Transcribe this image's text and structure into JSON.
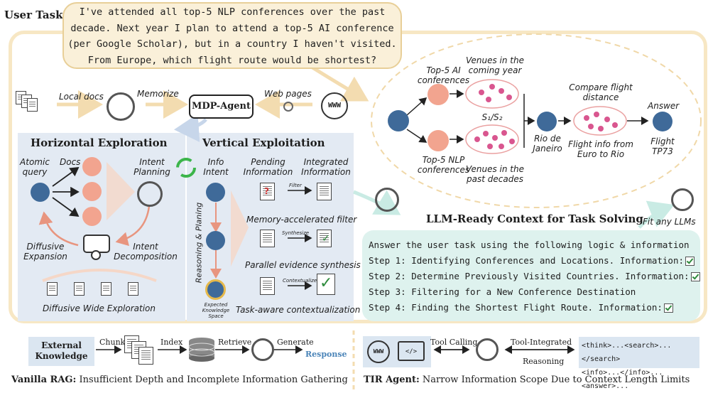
{
  "user_task": {
    "label": "User Task",
    "lines": [
      "I've attended all top-5 NLP conferences over the past",
      "decade. Next year I plan to attend a top-5 AI conference",
      "(per Google Scholar), but in a country I haven't visited.",
      "From Europe, which flight route would be shortest?"
    ]
  },
  "top_row": {
    "local_docs": "Local docs",
    "memorize": "Memorize",
    "agent": "MDP-Agent",
    "web_pages": "Web pages"
  },
  "reasoning_graph": {
    "top5_ai": [
      "Top-5 AI",
      "conferences"
    ],
    "top5_nlp": [
      "Top-5 NLP",
      "conferences"
    ],
    "venues_coming": [
      "Venues in the",
      "coming year"
    ],
    "venues_past": [
      "Venues in the",
      "past decades"
    ],
    "set_ratio": "S₁/S₂",
    "rio": [
      "Rio de",
      "Janeiro"
    ],
    "compare": [
      "Compare flight",
      "distance"
    ],
    "flight_info": [
      "Flight info from",
      "Euro to Rio"
    ],
    "answer": "Answer",
    "flight": [
      "Flight",
      "TP73"
    ]
  },
  "horizontal": {
    "title": "Horizontal Exploration",
    "atomic_query": [
      "Atomic",
      "query"
    ],
    "docs": "Docs",
    "intent_planning": [
      "Intent",
      "Planning"
    ],
    "diffusive_expansion": [
      "Diffusive",
      "Expansion"
    ],
    "intent_decomposition": [
      "Intent",
      "Decomposition"
    ],
    "wide_exploration": "Diffusive Wide Exploration"
  },
  "vertical": {
    "title": "Vertical Exploitation",
    "info_intent": [
      "Info",
      "Intent"
    ],
    "pending": [
      "Pending",
      "Information"
    ],
    "integrated": [
      "Integrated",
      "Information"
    ],
    "filter": "Filter",
    "memory_filter": "Memory-accelerated filter",
    "synthesize": "Synthesize",
    "parallel": "Parallel evidence synthesis",
    "contextualize": "Contextualize",
    "task_aware": "Task-aware contextualization",
    "reasoning_planing": "Reasoning & Planing",
    "expected": [
      "Expected",
      "Knowledge",
      "Space"
    ]
  },
  "context": {
    "title": "LLM-Ready Context for Task Solving",
    "fit": "Fit any LLMs",
    "intro": "Answer the user task using the following logic & information",
    "steps": [
      "Step 1: Identifying Conferences and Locations. Information:",
      "Step 2: Determine Previously Visited Countries. Information:",
      "Step 3: Filtering for a New Conference Destination",
      "Step 4: Finding the Shortest Flight Route. Information:"
    ]
  },
  "vanilla_rag": {
    "external": [
      "External",
      "Knowledge"
    ],
    "chunk": "Chunk",
    "index": "Index",
    "retrieve": "Retrieve",
    "generate": "Generate",
    "response": "Response",
    "caption_bold": "Vanilla RAG:",
    "caption_rest": " Insufficient Depth and Incomplete Information Gathering"
  },
  "tir": {
    "tool_calling": "Tool Calling",
    "tool_integrated": "Tool-Integrated",
    "reasoning": "Reasoning",
    "tags_line1": "<think>...<search>...</search>",
    "tags_line2": "<info>...</info>...<answer>...",
    "caption_bold": "TIR Agent:",
    "caption_rest": " Narrow Information Scope Due to Context Length Limits"
  },
  "colors": {
    "node_blue": "#3f6a99",
    "node_salmon": "#f2a48f",
    "dot_pink": "#d9568f",
    "panel_blue": "#e3eaf3",
    "context_green": "#def2ee",
    "task_cream": "#faf0d9",
    "response_blue": "#4a84b8"
  }
}
